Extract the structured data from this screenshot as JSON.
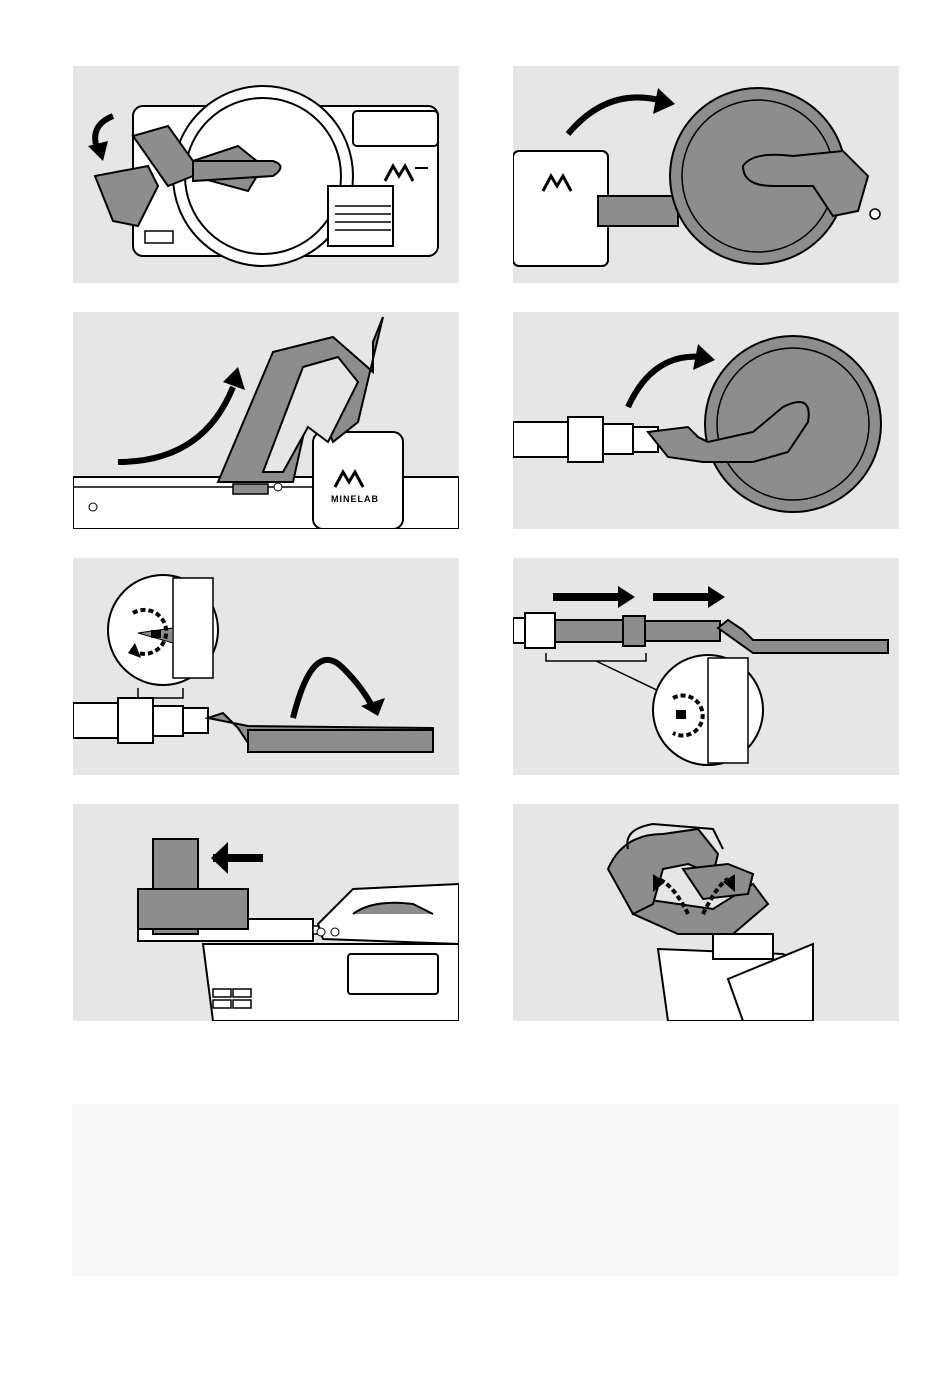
{
  "page": {
    "background": "#ffffff",
    "panel_color": "#e6e6e6",
    "note_box_color": "#f6f6f6"
  },
  "panels": [
    {
      "id": "step-1",
      "depicts": "shoulder-pad-fold-down"
    },
    {
      "id": "step-2",
      "depicts": "coil-rotate"
    },
    {
      "id": "step-3",
      "depicts": "handle-raise"
    },
    {
      "id": "step-4",
      "depicts": "coil-rotate-on-shaft"
    },
    {
      "id": "step-5",
      "depicts": "coil-fold-unlock"
    },
    {
      "id": "step-6",
      "depicts": "shaft-extend-lock"
    },
    {
      "id": "step-7",
      "depicts": "armrest-slide"
    },
    {
      "id": "step-8",
      "depicts": "armrest-strap-adjust"
    }
  ],
  "logos": {
    "brand": "MINELAB"
  }
}
